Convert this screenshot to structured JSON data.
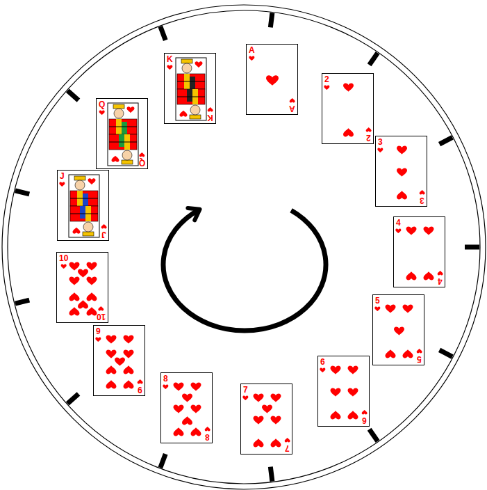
{
  "diagram": {
    "nodes": [
      {
        "text": [
          "A",
          "A"
        ]
      },
      {
        "text": [
          "2",
          "2"
        ]
      },
      {
        "text": [
          "3",
          "3"
        ]
      },
      {
        "text": [
          "4",
          "4"
        ]
      },
      {
        "text": [
          "5",
          "5"
        ]
      },
      {
        "text": [
          "6",
          "6"
        ]
      },
      {
        "text": [
          "7",
          "7"
        ]
      },
      {
        "text": [
          "8",
          "8"
        ]
      },
      {
        "text": [
          "9",
          "9"
        ]
      },
      {
        "text": [
          "10",
          "10"
        ]
      },
      {
        "text": [
          "J",
          "J"
        ]
      },
      {
        "text": [
          "Q",
          "Q"
        ]
      },
      {
        "text": [
          "K",
          "K"
        ]
      }
    ]
  }
}
